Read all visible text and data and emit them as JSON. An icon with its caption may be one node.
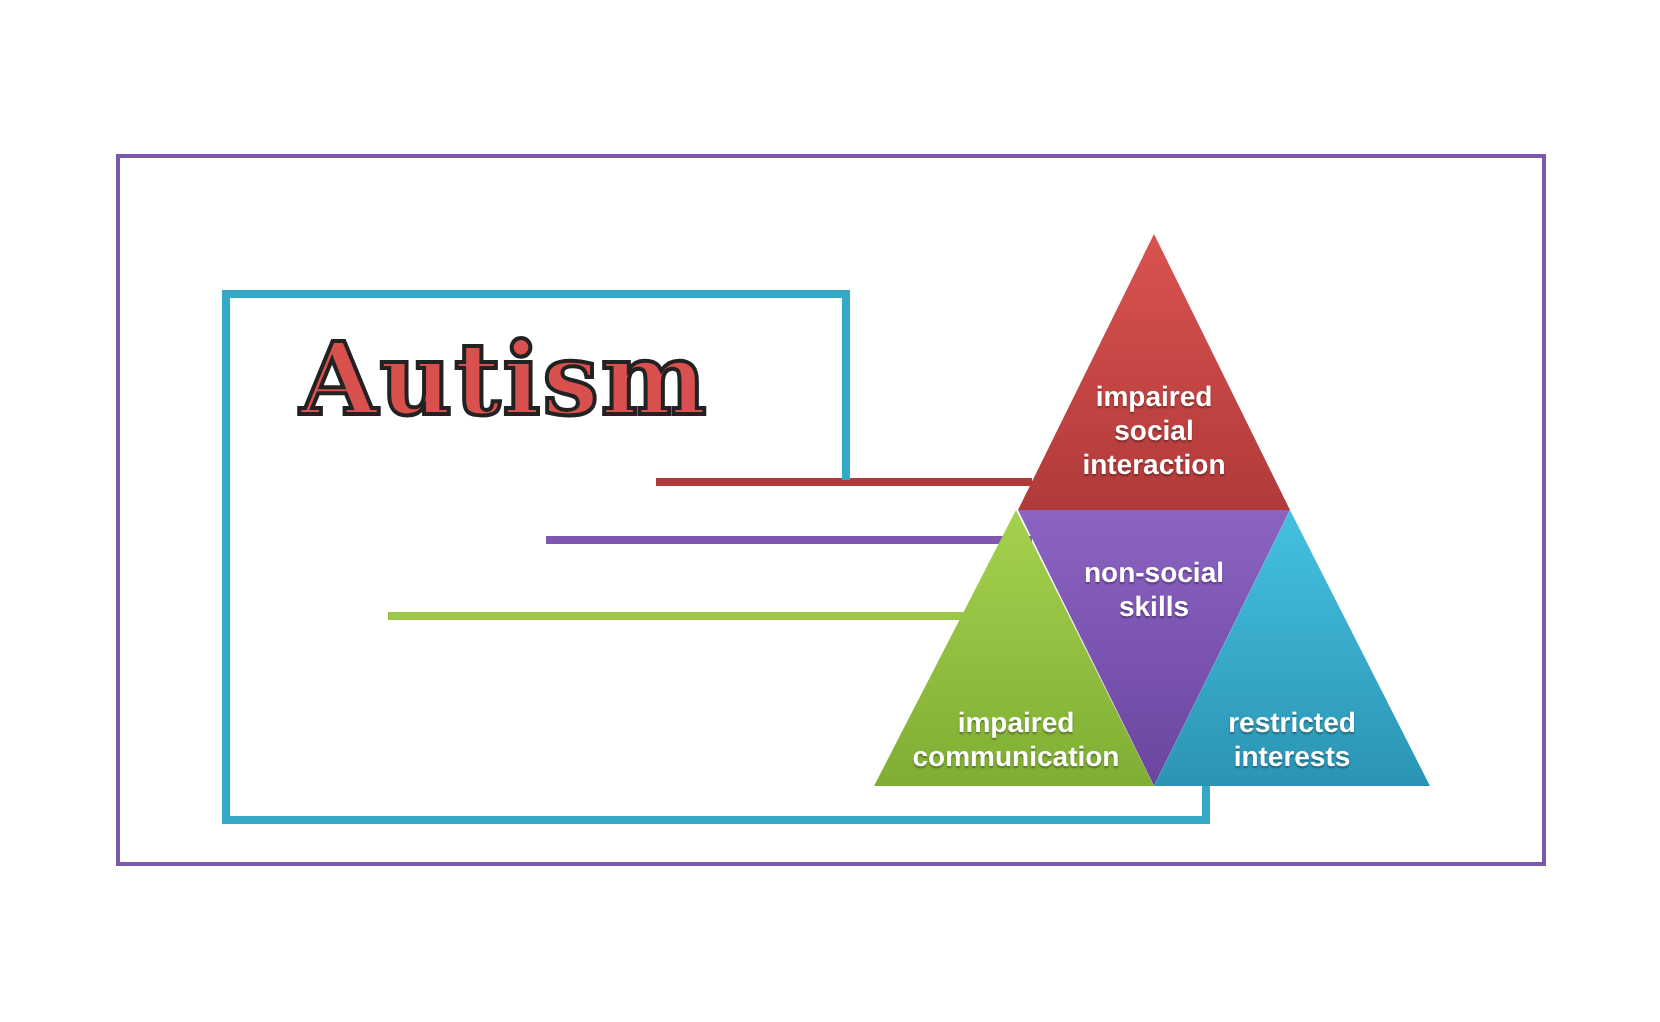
{
  "diagram": {
    "title": "Autism",
    "nodes": [
      {
        "text": [
          "impaired social interaction"
        ]
      },
      {
        "text": [
          "non-social skills"
        ]
      },
      {
        "text": [
          "impaired communication"
        ]
      },
      {
        "text": [
          "restricted interests"
        ]
      }
    ],
    "edges": [
      {
        "from": 0,
        "to": null,
        "arrow": "none",
        "color": "#b03a3a"
      },
      {
        "from": 1,
        "to": null,
        "arrow": "none",
        "color": "#7f57b0"
      },
      {
        "from": 2,
        "to": null,
        "arrow": "none",
        "color": "#9dc548"
      },
      {
        "from": 3,
        "to": null,
        "arrow": "none",
        "color": "#35a8c8"
      }
    ]
  }
}
